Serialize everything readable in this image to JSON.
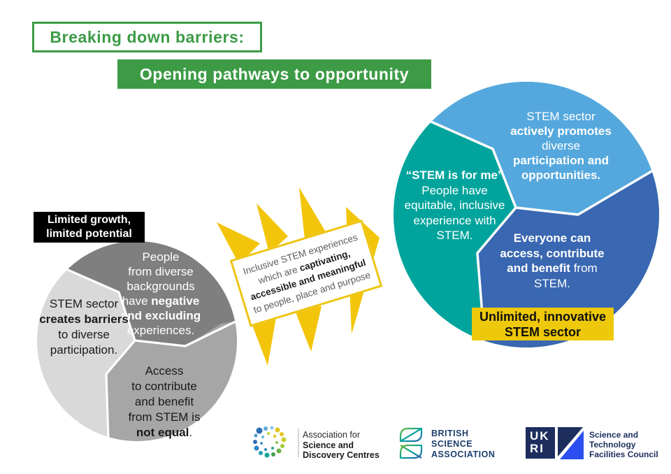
{
  "colors": {
    "green": "#3d9b46",
    "burst_yellow": "#f2c50a",
    "label_yellow": "#eec80a",
    "teal": "#01a49c",
    "light_blue": "#55a8dd",
    "dark_blue": "#3a67b1",
    "gray_dark": "#7f7f7f",
    "gray_medium": "#a6a6a6",
    "gray_light": "#d9d9d9",
    "black": "#000000",
    "ukri_navy": "#1d2e5e",
    "ukri_royal": "#2b4ff0"
  },
  "header": {
    "title": "Breaking down barriers:",
    "subtitle": "Opening pathways to opportunity"
  },
  "left_cycle": {
    "label": [
      [
        {
          "t": "Limited growth,"
        }
      ],
      [
        {
          "t": "limited potential"
        }
      ]
    ],
    "segments": {
      "negative_experiences": [
        [
          {
            "t": "People"
          }
        ],
        [
          {
            "t": "from diverse"
          }
        ],
        [
          {
            "t": "backgrounds"
          }
        ],
        [
          {
            "t": "have "
          },
          {
            "t": "negative",
            "b": true
          }
        ],
        [
          {
            "t": "and excluding",
            "b": true
          }
        ],
        [
          {
            "t": "experiences."
          }
        ]
      ],
      "creates_barriers": [
        [
          {
            "t": "STEM sector"
          }
        ],
        [
          {
            "t": "creates barriers",
            "b": true
          }
        ],
        [
          {
            "t": "to diverse"
          }
        ],
        [
          {
            "t": "participation."
          }
        ]
      ],
      "access_not_equal": [
        [
          {
            "t": "Access"
          }
        ],
        [
          {
            "t": "to contribute"
          }
        ],
        [
          {
            "t": "and benefit"
          }
        ],
        [
          {
            "t": "from STEM is"
          }
        ],
        [
          {
            "t": "not equal",
            "b": true
          },
          {
            "t": "."
          }
        ]
      ]
    }
  },
  "bridge": {
    "message": [
      [
        {
          "t": "Inclusive STEM experiences"
        }
      ],
      [
        {
          "t": "which are "
        },
        {
          "t": "captivating,",
          "b": true
        }
      ],
      [
        {
          "t": "accessible and meaningful",
          "b": true
        }
      ],
      [
        {
          "t": "to people, place and purpose"
        }
      ]
    ]
  },
  "right_cycle": {
    "label": [
      [
        {
          "t": "Unlimited, innovative"
        }
      ],
      [
        {
          "t": "STEM sector"
        }
      ]
    ],
    "segments": {
      "actively_promotes": [
        [
          {
            "t": "STEM sector"
          }
        ],
        [
          {
            "t": "actively promotes",
            "b": true
          }
        ],
        [
          {
            "t": "diverse"
          }
        ],
        [
          {
            "t": "participation and",
            "b": true
          }
        ],
        [
          {
            "t": "opportunities.",
            "b": true
          }
        ]
      ],
      "stem_is_for_me": [
        [
          {
            "t": "“STEM is for me”",
            "b": true
          }
        ],
        [
          {
            "t": "People have"
          }
        ],
        [
          {
            "t": "equitable, inclusive"
          }
        ],
        [
          {
            "t": "experience with"
          }
        ],
        [
          {
            "t": "STEM."
          }
        ]
      ],
      "everyone_can": [
        [
          {
            "t": "Everyone can",
            "b": true
          }
        ],
        [
          {
            "t": "access, contribute",
            "b": true
          }
        ],
        [
          {
            "t": "and benefit",
            "b": true
          },
          {
            "t": " from"
          }
        ],
        [
          {
            "t": "STEM."
          }
        ]
      ]
    }
  },
  "logos": {
    "asdc": {
      "lines": [
        "Association for",
        "Science and",
        "Discovery Centres"
      ]
    },
    "bsa": {
      "lines": [
        "BRITISH",
        "SCIENCE",
        "ASSOCIATION"
      ]
    },
    "ukri": {
      "block_lines": [
        "UK",
        "RI"
      ],
      "lines": [
        "Science and",
        "Technology",
        "Facilities Council"
      ]
    }
  }
}
